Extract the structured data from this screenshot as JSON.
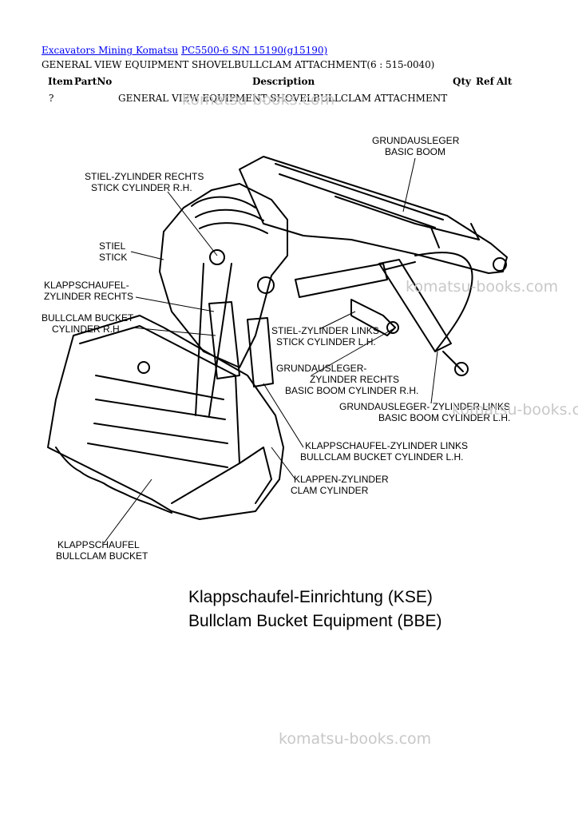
{
  "breadcrumb": {
    "link1": "Excavators Mining Komatsu",
    "link2": "PC5500-6 S/N 15190(g15190)"
  },
  "subtitle": "GENERAL VIEW EQUIPMENT SHOVELBULLCLAM ATTACHMENT(6 : 515-0040)",
  "table": {
    "headers": {
      "item": "Item",
      "partno": "PartNo",
      "description": "Description",
      "qty": "Qty",
      "ref": "Ref",
      "alt": "Alt"
    },
    "row": {
      "item": "?",
      "description": "GENERAL VIEW EQUIPMENT SHOVELBULLCLAM ATTACHMENT"
    }
  },
  "diagram": {
    "labels": {
      "basic_boom_de": "GRUNDAUSLEGER",
      "basic_boom_en": "BASIC BOOM",
      "stick_cyl_rh_de": "STIEL-ZYLINDER RECHTS",
      "stick_cyl_rh_en": "STICK CYLINDER R.H.",
      "stick_de": "STIEL",
      "stick_en": "STICK",
      "bullclam_cyl_rh_de1": "KLAPPSCHAUFEL-",
      "bullclam_cyl_rh_de2": "ZYLINDER RECHTS",
      "bullclam_cyl_rh_en1": "BULLCLAM BUCKET",
      "bullclam_cyl_rh_en2": "CYLINDER  R.H.",
      "stick_cyl_lh_de": "STIEL-ZYLINDER LINKS",
      "stick_cyl_lh_en": "STICK CYLINDER L.H.",
      "boom_cyl_rh_de1": "GRUNDAUSLEGER-",
      "boom_cyl_rh_de2": "ZYLINDER RECHTS",
      "boom_cyl_rh_en": "BASIC BOOM CYLINDER R.H.",
      "boom_cyl_lh_de": "GRUNDAUSLEGER- ZYLINDER LINKS",
      "boom_cyl_lh_en": "BASIC BOOM CYLINDER L.H.",
      "bullclam_cyl_lh_de": "KLAPPSCHAUFEL-ZYLINDER LINKS",
      "bullclam_cyl_lh_en": "BULLCLAM BUCKET CYLINDER L.H.",
      "clam_cyl_de": "KLAPPEN-ZYLINDER",
      "clam_cyl_en": "CLAM CYLINDER",
      "bucket_de": "KLAPPSCHAUFEL",
      "bucket_en": "BULLCLAM BUCKET"
    },
    "caption_de": "Klappschaufel-Einrichtung (KSE)",
    "caption_en": "Bullclam Bucket Equipment (BBE)"
  },
  "watermark": "komatsu-books.com"
}
